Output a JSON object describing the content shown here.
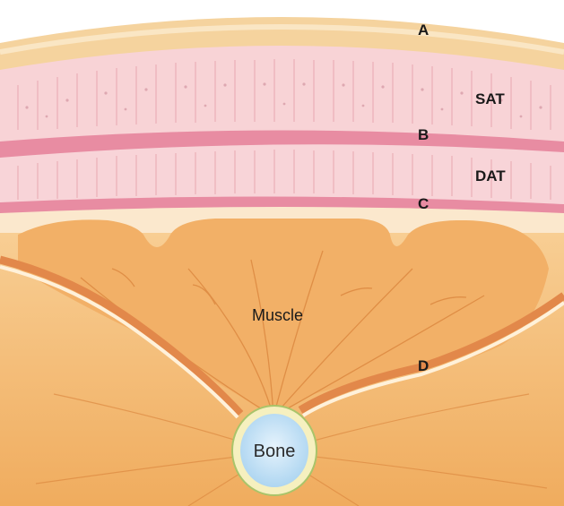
{
  "diagram": {
    "labels": {
      "a": "A",
      "b": "B",
      "c": "C",
      "d": "D",
      "sat": "SAT",
      "dat": "DAT",
      "muscle": "Muscle",
      "bone": "Bone"
    },
    "colors": {
      "skin": "#f6d7a6",
      "fat": "#f8d3d6",
      "fascia": "#e8869e",
      "muscle": "#f2b067",
      "muscle_dark": "#e39a52",
      "aponeurosis": "#ffefd8",
      "bone_fill": "#cfe6f7",
      "bone_rim": "#f7f1c4"
    }
  }
}
